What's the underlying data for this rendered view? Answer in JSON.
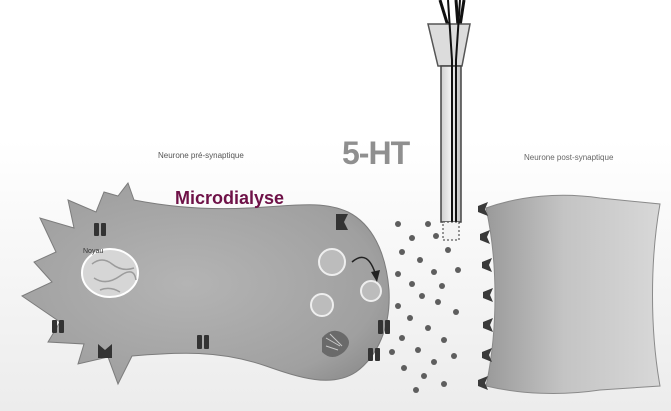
{
  "labels": {
    "presynaptic": "Neurone pré-synaptique",
    "neurotransmitter": "5-HT",
    "technique": "Microdialyse",
    "postsynaptic": "Neurone post-synaptique",
    "soma": "Noyau"
  },
  "colors": {
    "technique_text": "#6e1147",
    "neurotransmitter_text": "#8f8f8f",
    "neuron_fill": "#a4a4a4",
    "background_band": "#ececec"
  }
}
